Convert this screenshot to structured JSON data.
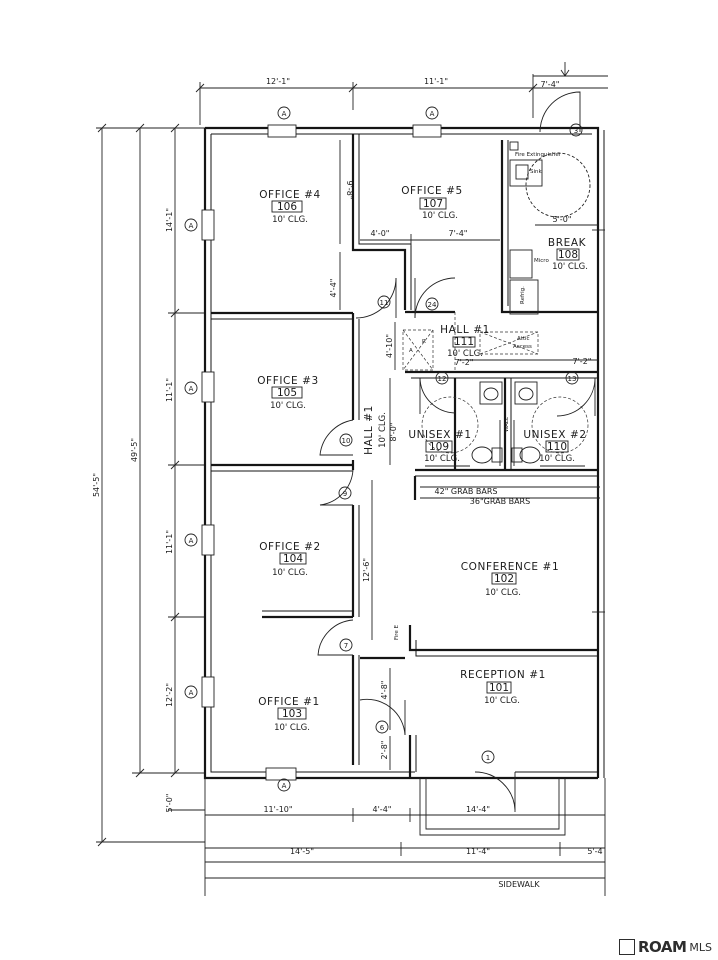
{
  "rooms": [
    {
      "id": "office4",
      "name": "OFFICE #4",
      "number": "106",
      "ceiling": "10' CLG."
    },
    {
      "id": "office5",
      "name": "OFFICE #5",
      "number": "107",
      "ceiling": "10' CLG."
    },
    {
      "id": "break",
      "name": "BREAK",
      "number": "108",
      "ceiling": "10' CLG."
    },
    {
      "id": "office3",
      "name": "OFFICE #3",
      "number": "105",
      "ceiling": "10' CLG."
    },
    {
      "id": "hall1",
      "name": "HALL #1",
      "number": "111",
      "ceiling": "10' CLG."
    },
    {
      "id": "hall1v",
      "name": "HALL #1",
      "number": "",
      "ceiling": "10' CLG."
    },
    {
      "id": "unisex1",
      "name": "UNISEX #1",
      "number": "109",
      "ceiling": "10' CLG."
    },
    {
      "id": "unisex2",
      "name": "UNISEX #2",
      "number": "110",
      "ceiling": "10' CLG."
    },
    {
      "id": "office2",
      "name": "OFFICE #2",
      "number": "104",
      "ceiling": "10' CLG."
    },
    {
      "id": "conference",
      "name": "CONFERENCE #1",
      "number": "102",
      "ceiling": "10' CLG."
    },
    {
      "id": "reception",
      "name": "RECEPTION #1",
      "number": "101",
      "ceiling": "10' CLG."
    },
    {
      "id": "office1",
      "name": "OFFICE #1",
      "number": "103",
      "ceiling": "10' CLG."
    }
  ],
  "dimensions": {
    "top_left": "12'-1\"",
    "top_mid": "11'-1\"",
    "top_right": "7'-4\"",
    "side_a": "14'-1\"",
    "side_b": "11'-1\"",
    "side_c": "11'-1\"",
    "side_d": "12'-2\"",
    "side_e": "5'-0\"",
    "overall_inner": "49'-5\"",
    "overall_outer": "54'-5\"",
    "bottom_a": "11'-10\"",
    "bottom_b": "4'-4\"",
    "bottom_c": "14'-4\"",
    "bottom_d": "14'-5\"",
    "bottom_e": "11'-4\"",
    "bottom_f": "5'-4",
    "office4_9_8": "9'-8\"",
    "office5_4_0": "4'-0\"",
    "office5_7_4": "7'-4\"",
    "hall_4_4": "4'-4\"",
    "break_5_0": "5'-0\"",
    "hall_4_10": "4'-10\"",
    "hall_7_2a": "7'-2\"",
    "hall_7_2b": "7'-2\"",
    "hall_8_0": "8'-0\"",
    "conf_12_6": "12'-6\"",
    "recp_4_8": "4'-8\"",
    "recp_2_8": "2'-8\""
  },
  "notes": {
    "fire_ext": "Fire Extinguisher",
    "sink": "Sink",
    "micro": "Micro",
    "refrig": "Refrig.",
    "attic": "Attic",
    "access": "Access",
    "grab42": "42\" GRAB BARS",
    "grab36": "36\"GRAB BARS",
    "sidewalk": "SIDEWALK",
    "fire_e": "Fire E",
    "wall": "WALL",
    "r": "R",
    "a": "A"
  },
  "tags": {
    "window": "A",
    "doors": [
      "1",
      "3",
      "6",
      "7",
      "9",
      "10",
      "11",
      "12",
      "13",
      "24"
    ]
  },
  "watermark": {
    "bold": "ROAM",
    "small": "MLS"
  }
}
